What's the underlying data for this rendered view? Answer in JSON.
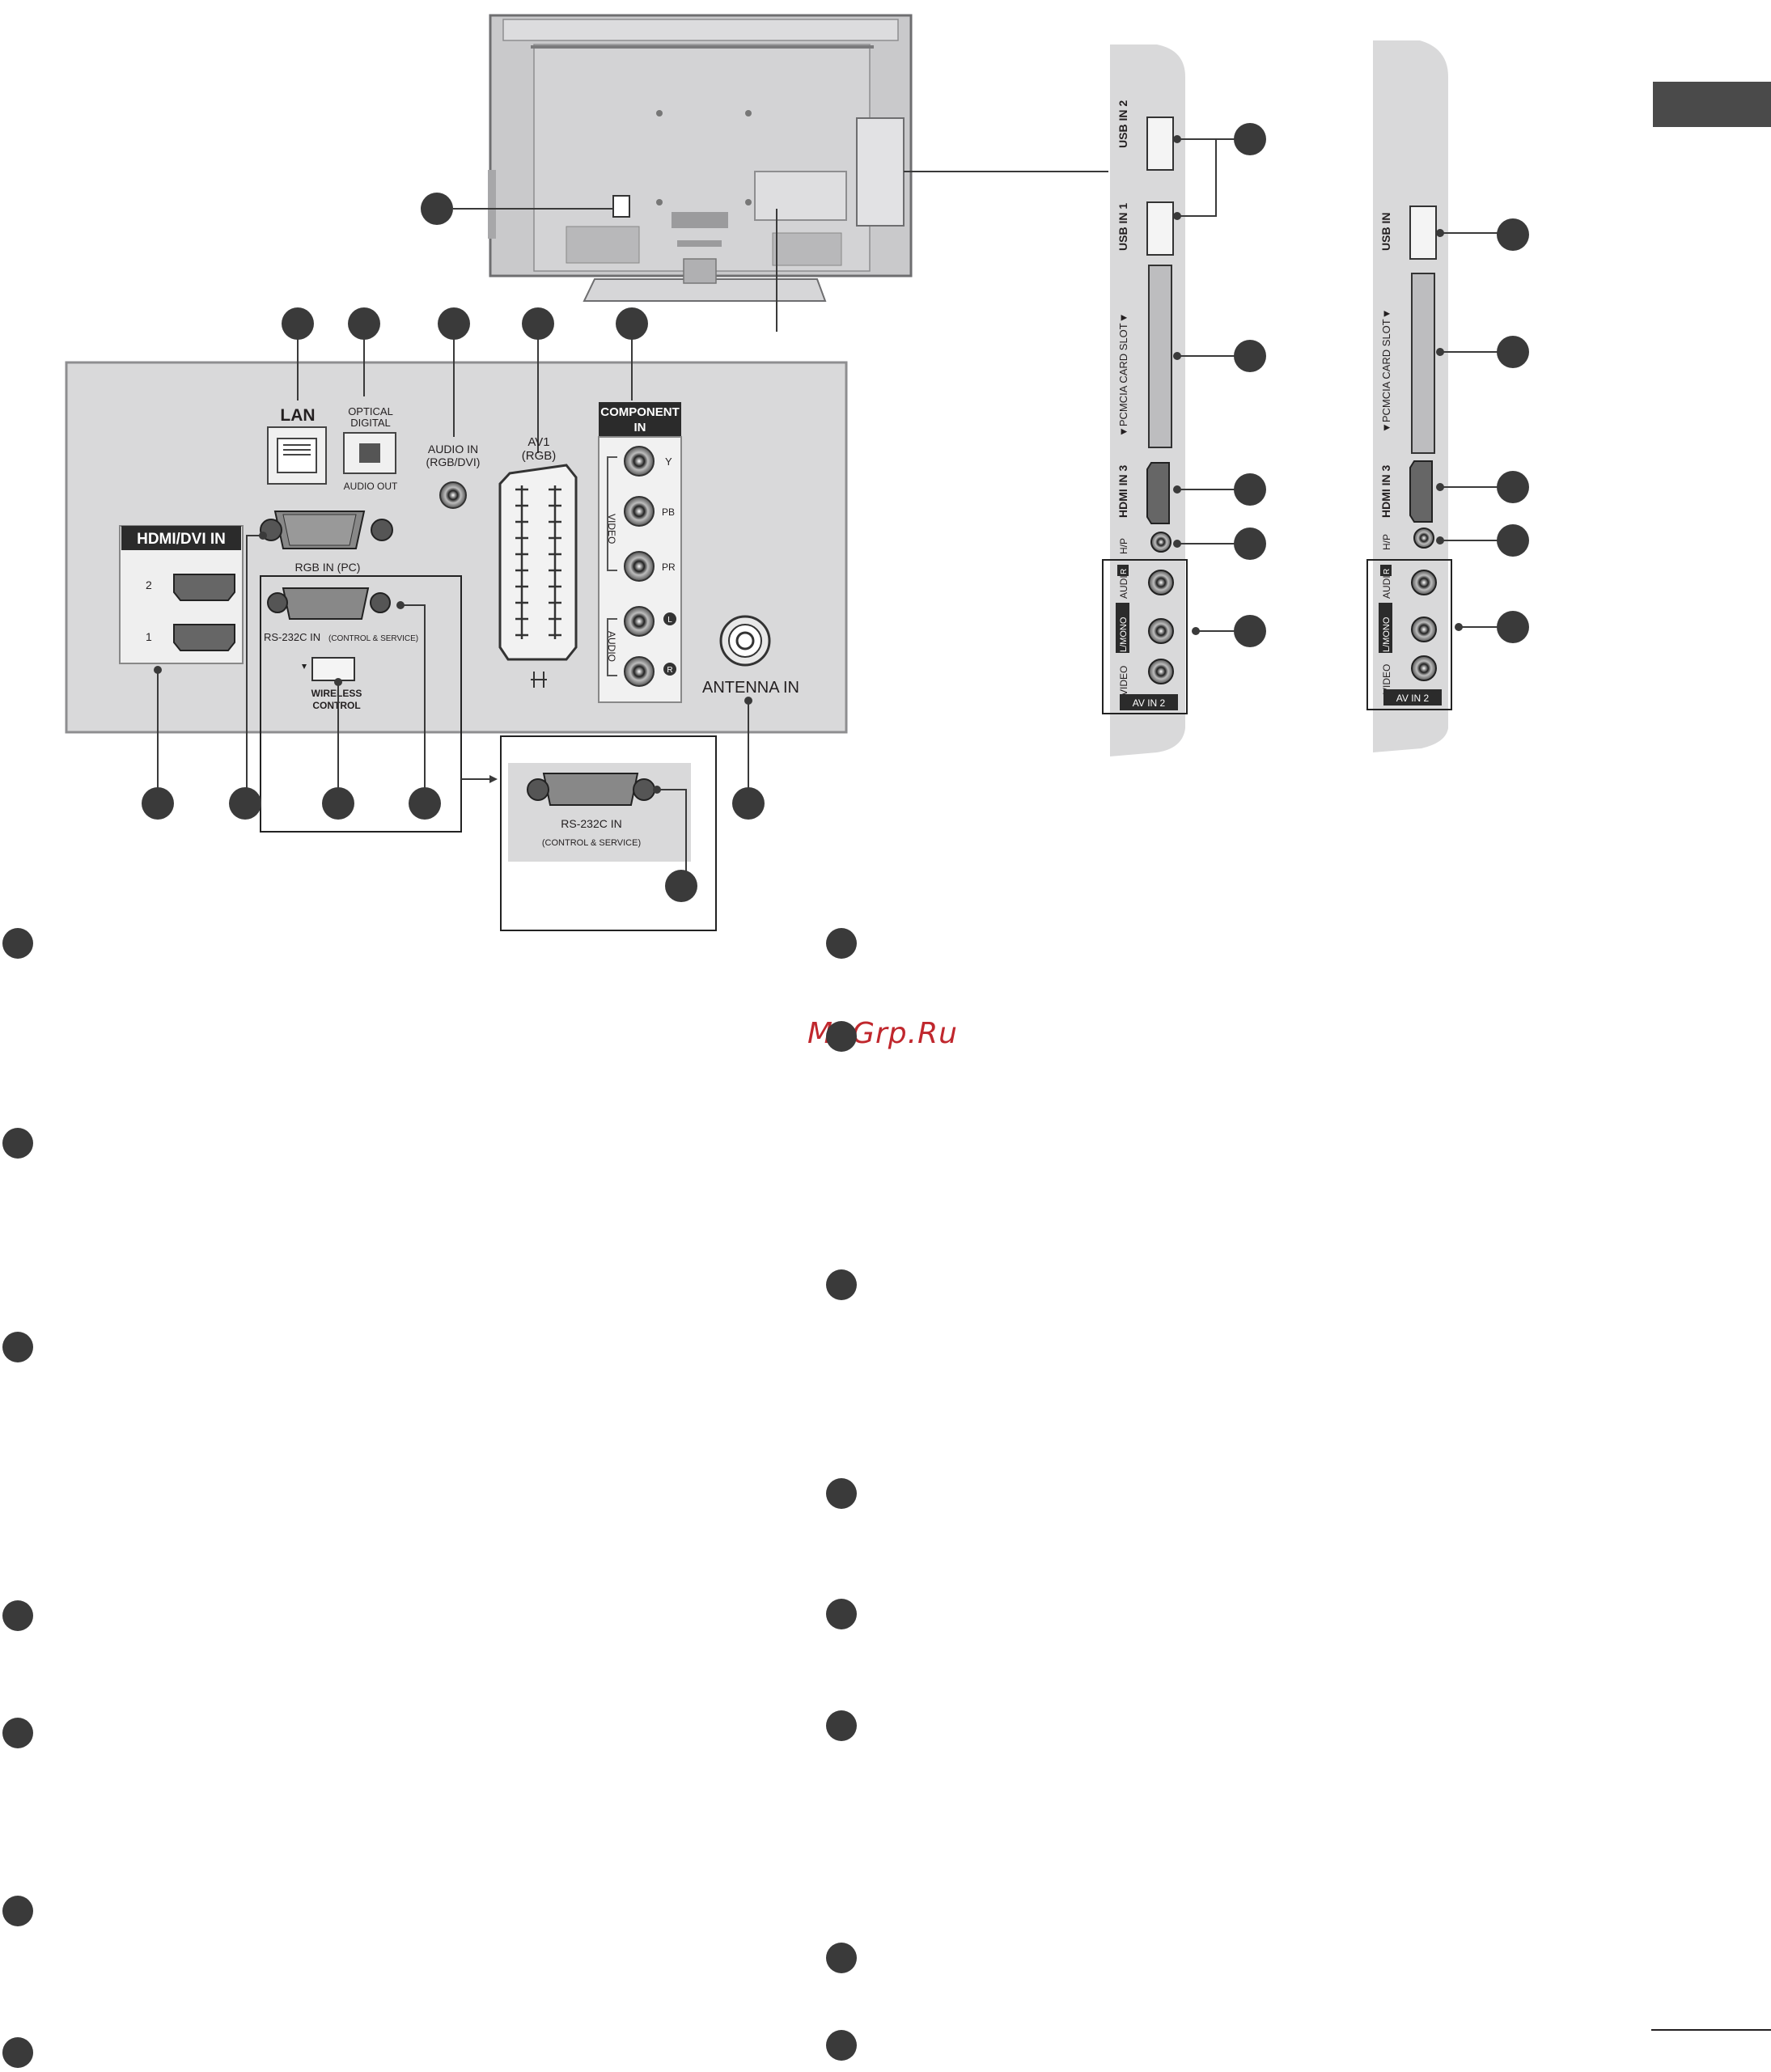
{
  "watermark": "MoGrp.Ru",
  "rear_panel": {
    "lan": "LAN",
    "optical_line1": "OPTICAL",
    "optical_line2": "DIGITAL",
    "audio_out": "AUDIO OUT",
    "audio_in_line1": "AUDIO IN",
    "audio_in_line2": "(RGB/DVI)",
    "av1_line1": "AV1",
    "av1_line2": "(RGB)",
    "component_line1": "COMPONENT",
    "component_line2": "IN",
    "comp_y": "Y",
    "comp_pb": "PB",
    "comp_pr": "PR",
    "comp_l": "L",
    "comp_r": "R",
    "video_group": "VIDEO",
    "audio_group": "AUDIO",
    "hdmi_dvi_in": "HDMI/DVI IN",
    "hdmi_2": "2",
    "hdmi_1": "1",
    "rgb_in_pc": "RGB IN (PC)",
    "rs232c_in": "RS-232C IN",
    "rs232c_sub": "(CONTROL & SERVICE)",
    "wireless_line1": "WIRELESS",
    "wireless_line2": "CONTROL",
    "antenna_in": "ANTENNA IN"
  },
  "inset": {
    "rs232c_in": "RS-232C IN",
    "rs232c_sub": "(CONTROL & SERVICE)"
  },
  "side_panel_a": {
    "usb_in_2": "USB IN 2",
    "usb_in_1": "USB IN 1",
    "pcmcia": "▼PCMCIA CARD SLOT▼",
    "hdmi_in_3": "HDMI IN 3",
    "hp": "H/P",
    "video": "VIDEO",
    "l_mono": "L/MONO",
    "audio_r": "AUDIO",
    "r": "R",
    "av_in_2": "AV IN 2"
  },
  "side_panel_b": {
    "usb_in": "USB IN",
    "pcmcia": "▼PCMCIA CARD SLOT▼",
    "hdmi_in_3": "HDMI IN 3",
    "hp": "H/P",
    "video": "VIDEO",
    "l_mono": "L/MONO",
    "audio_r": "AUDIO",
    "r": "R",
    "av_in_2": "AV IN 2"
  },
  "colors": {
    "ink": "#231f20",
    "panel_fill": "#d9d9da",
    "panel_edge": "#8e8e90",
    "callout": "#3a3a3a",
    "tab": "#4a4a4a",
    "watermark": "#c0272d"
  }
}
